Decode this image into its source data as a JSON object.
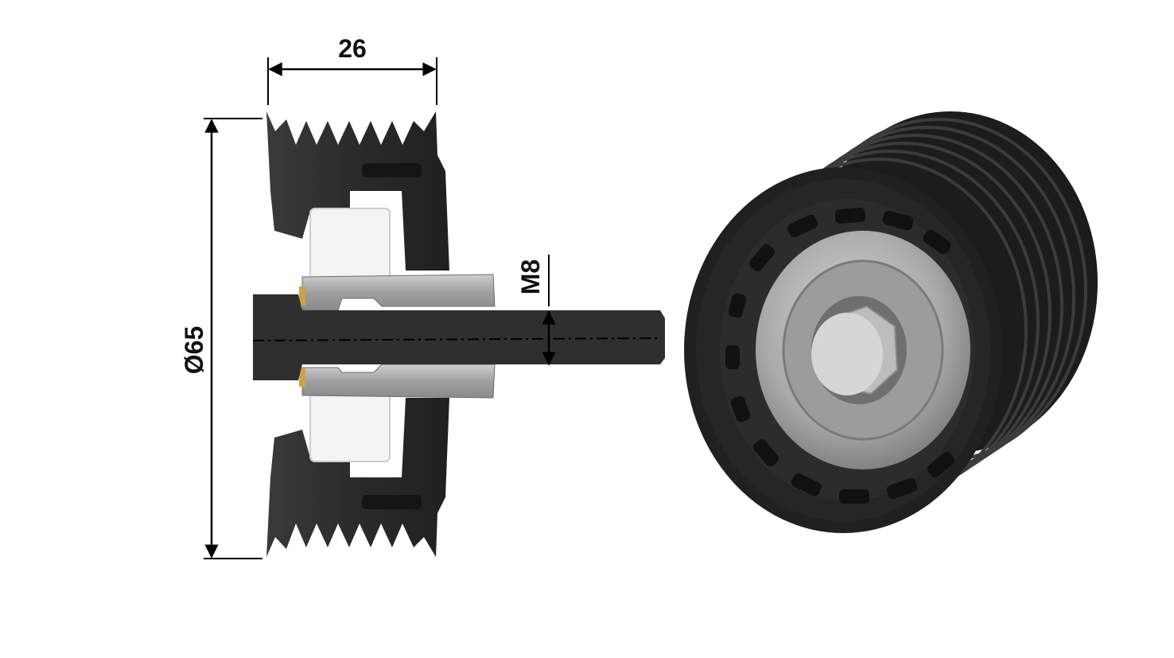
{
  "dimensions": {
    "width_label": "26",
    "diameter_label": "Ø65",
    "thread_label": "M8"
  },
  "colors": {
    "pulley_body": "#2b2b2b",
    "pulley_dark": "#161616",
    "bearing": "#f4f4f4",
    "metal": "#a9a9a9",
    "bolt": "#2f2f2f",
    "dimension_line": "#000000"
  }
}
